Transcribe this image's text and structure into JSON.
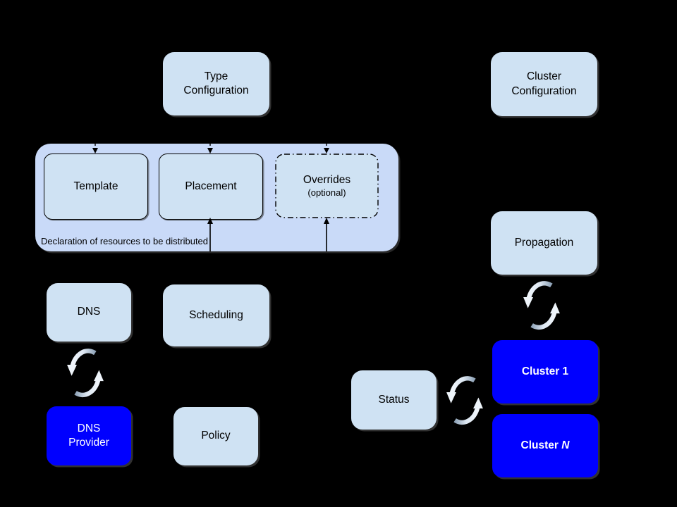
{
  "diagram": {
    "background": "#000000",
    "colors": {
      "node_fill": "#cfe2f3",
      "group_fill": "#c9daf8",
      "cluster_fill": "#0000ff",
      "node_text": "#000000",
      "cluster_text": "#ffffff",
      "arrow": "#000000",
      "sync_icon_light": "#eef4fa",
      "sync_icon_dark": "#8fa3b8"
    },
    "nodes": {
      "type_configuration": {
        "label": "Type\nConfiguration"
      },
      "cluster_configuration": {
        "label": "Cluster\nConfiguration"
      },
      "template": {
        "label": "Template"
      },
      "placement": {
        "label": "Placement"
      },
      "overrides": {
        "label": "Overrides",
        "sublabel": "(optional)"
      },
      "propagation": {
        "label": "Propagation"
      },
      "dns": {
        "label": "DNS"
      },
      "scheduling": {
        "label": "Scheduling"
      },
      "dns_provider": {
        "label": "DNS\nProvider"
      },
      "policy": {
        "label": "Policy"
      },
      "status": {
        "label": "Status"
      },
      "cluster_1": {
        "label": "Cluster 1"
      },
      "cluster_n": {
        "label_prefix": "Cluster ",
        "label_suffix": "N"
      }
    },
    "group": {
      "note": "Declaration of resources to be distributed"
    }
  }
}
